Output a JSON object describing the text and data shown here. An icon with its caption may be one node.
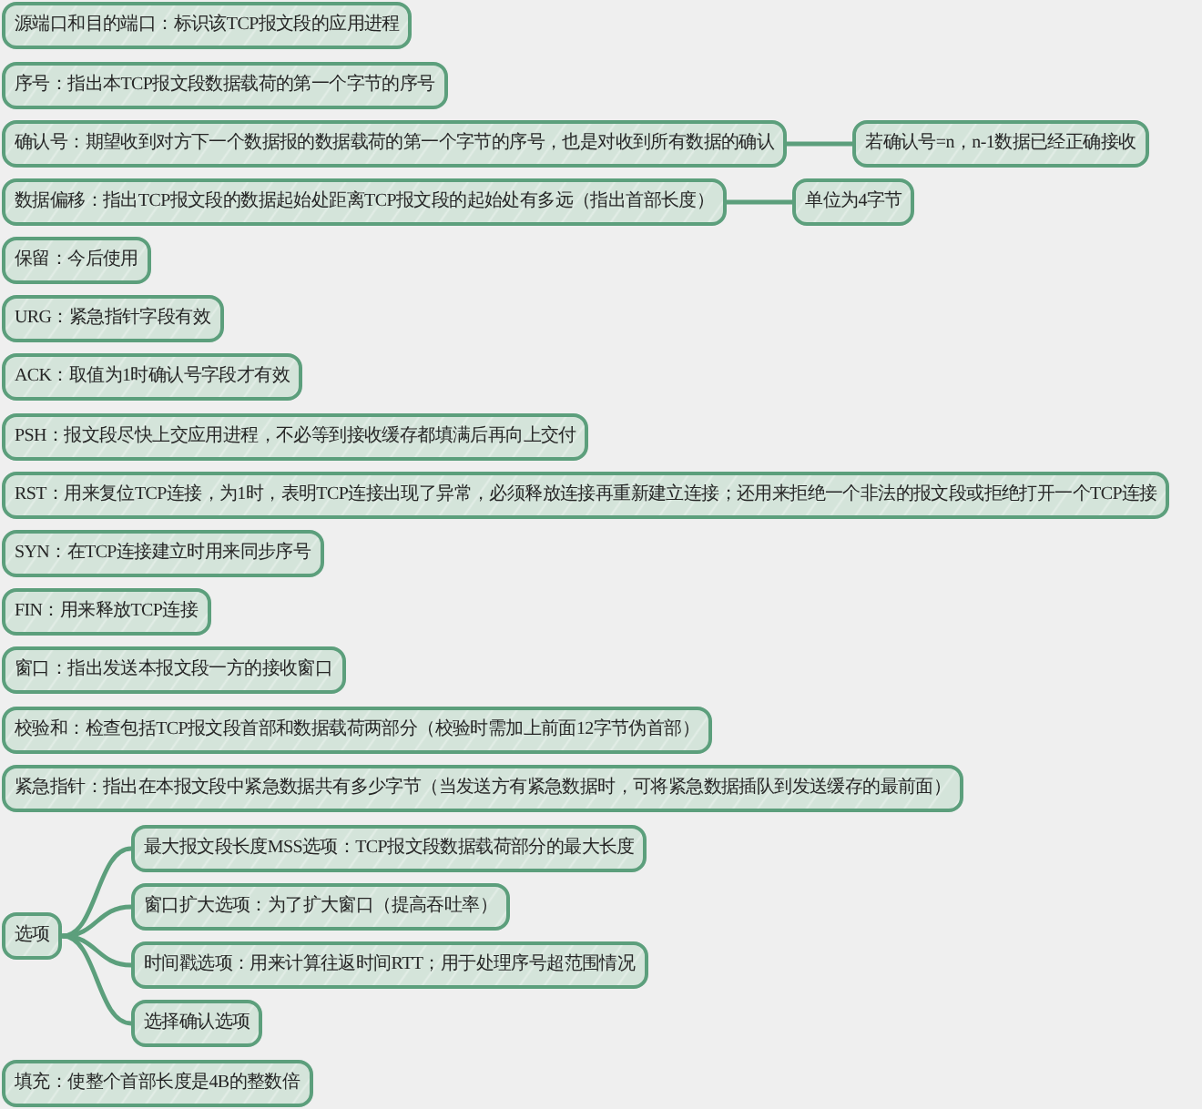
{
  "diagram": {
    "nodes": [
      {
        "text": [
          "源端口和目的端口：标识该TCP报文段的应用进程"
        ]
      },
      {
        "text": [
          "序号：指出本TCP报文段数据载荷的第一个字节的序号"
        ]
      },
      {
        "text": [
          "确认号：期望收到对方下一个数据报的数据载荷的第一个字节的序号，也是对收到所有数据的确认"
        ]
      },
      {
        "text": [
          "若确认号=n，n-1数据已经正确接收"
        ]
      },
      {
        "text": [
          "数据偏移：指出TCP报文段的数据起始处距离TCP报文段的起始处有多远（指出首部长度）"
        ]
      },
      {
        "text": [
          "单位为4字节"
        ]
      },
      {
        "text": [
          "保留：今后使用"
        ]
      },
      {
        "text": [
          "URG：紧急指针字段有效"
        ]
      },
      {
        "text": [
          "ACK：取值为1时确认号字段才有效"
        ]
      },
      {
        "text": [
          "PSH：报文段尽快上交应用进程，不必等到接收缓存都填满后再向上交付"
        ]
      },
      {
        "text": [
          "RST：用来复位TCP连接，为1时，表明TCP连接出现了异常，必须释放连接再重新建立连接；还用来拒绝一个非法的报文段或拒绝打开一个TCP连接"
        ]
      },
      {
        "text": [
          "SYN：在TCP连接建立时用来同步序号"
        ]
      },
      {
        "text": [
          "FIN：用来释放TCP连接"
        ]
      },
      {
        "text": [
          "窗口：指出发送本报文段一方的接收窗口"
        ]
      },
      {
        "text": [
          "校验和：检查包括TCP报文段首部和数据载荷两部分（校验时需加上前面12字节伪首部）"
        ]
      },
      {
        "text": [
          "紧急指针：指出在本报文段中紧急数据共有多少字节（当发送方有紧急数据时，可将紧急数据插队到发送缓存的最前面）"
        ]
      },
      {
        "text": [
          "选项"
        ]
      },
      {
        "text": [
          "最大报文段长度MSS选项：TCP报文段数据载荷部分的最大长度"
        ]
      },
      {
        "text": [
          "窗口扩大选项：为了扩大窗口（提高吞吐率）"
        ]
      },
      {
        "text": [
          "时间戳选项：用来计算往返时间RTT；用于处理序号超范围情况"
        ]
      },
      {
        "text": [
          "选择确认选项"
        ]
      },
      {
        "text": [
          "填充：使整个首部长度是4B的整数倍"
        ]
      }
    ],
    "edges": [
      {
        "from": 2,
        "to": 3,
        "arrow": "none"
      },
      {
        "from": 4,
        "to": 5,
        "arrow": "none"
      },
      {
        "from": 16,
        "to": 17,
        "arrow": "none"
      },
      {
        "from": 16,
        "to": 18,
        "arrow": "none"
      },
      {
        "from": 16,
        "to": 19,
        "arrow": "none"
      },
      {
        "from": 16,
        "to": 20,
        "arrow": "none"
      }
    ]
  }
}
